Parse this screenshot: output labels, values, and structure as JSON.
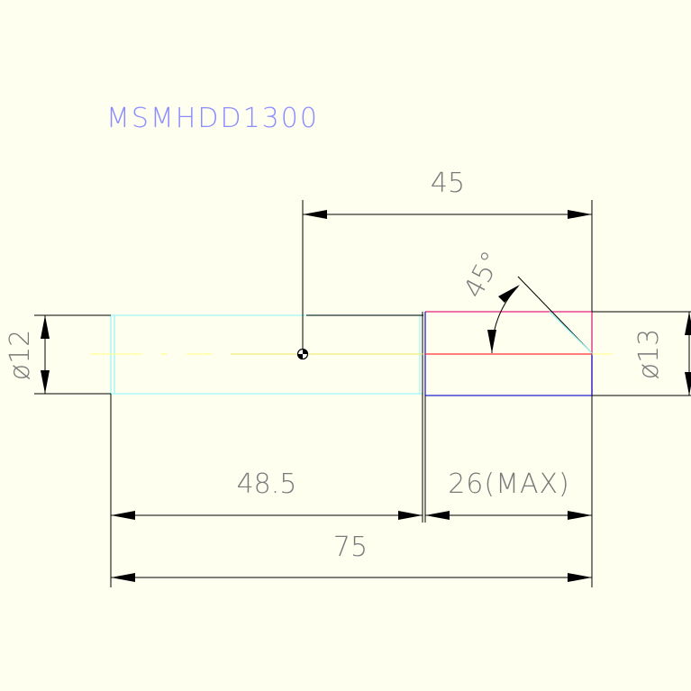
{
  "title": "MSMHDD1300",
  "dimensions": {
    "top_length": "45",
    "angle": "45°",
    "left_diameter": "ø12",
    "right_diameter": "ø13",
    "left_length": "48.5",
    "right_length": "26(MAX)",
    "total_length": "75"
  },
  "colors": {
    "background": "#fffff0",
    "title": "#8c8cff",
    "dimension": "#000000",
    "dimension_text": "#7a7a7a",
    "shaft_outline": "#9ff6f6",
    "centerline_yellow": "#ffff80",
    "centerline_red": "#ff3030",
    "tip_red": "#e0207a",
    "tip_blue": "#2020d0"
  }
}
